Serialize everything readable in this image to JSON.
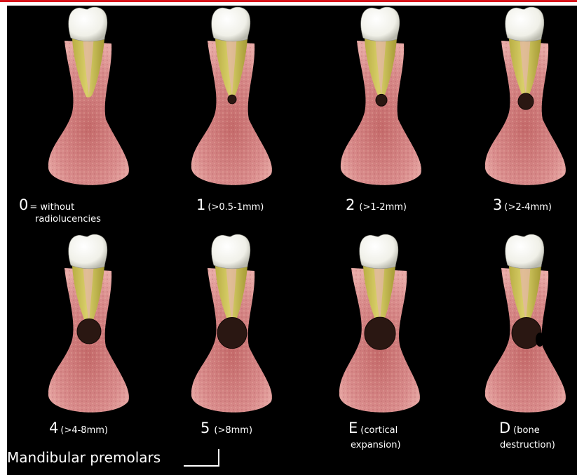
{
  "colors": {
    "top_bar": "#d8141b",
    "background": "#000000",
    "bone": "#d98c8c",
    "root": "#d9cf6a",
    "crown": "#f0f0e8",
    "lesion": "#2a1712"
  },
  "teeth": [
    {
      "score": "0",
      "detail": "= without",
      "detail2": "radiolucencies",
      "lesion_mm": 0
    },
    {
      "score": "1",
      "detail": "(>0.5-1mm)",
      "detail2": "",
      "lesion_mm": 0.75
    },
    {
      "score": "2",
      "detail": "(>1-2mm)",
      "detail2": "",
      "lesion_mm": 1.5
    },
    {
      "score": "3",
      "detail": "(>2-4mm)",
      "detail2": "",
      "lesion_mm": 3
    },
    {
      "score": "4",
      "detail": "(>4-8mm)",
      "detail2": "",
      "lesion_mm": 6
    },
    {
      "score": "5",
      "detail": "(>8mm)",
      "detail2": "",
      "lesion_mm": 9
    },
    {
      "score": "E",
      "detail": "(cortical",
      "detail2": "expansion)",
      "lesion_mm": 9
    },
    {
      "score": "D",
      "detail": "(bone",
      "detail2": "destruction)",
      "lesion_mm": 9
    }
  ],
  "caption": "Mandibular premolars"
}
